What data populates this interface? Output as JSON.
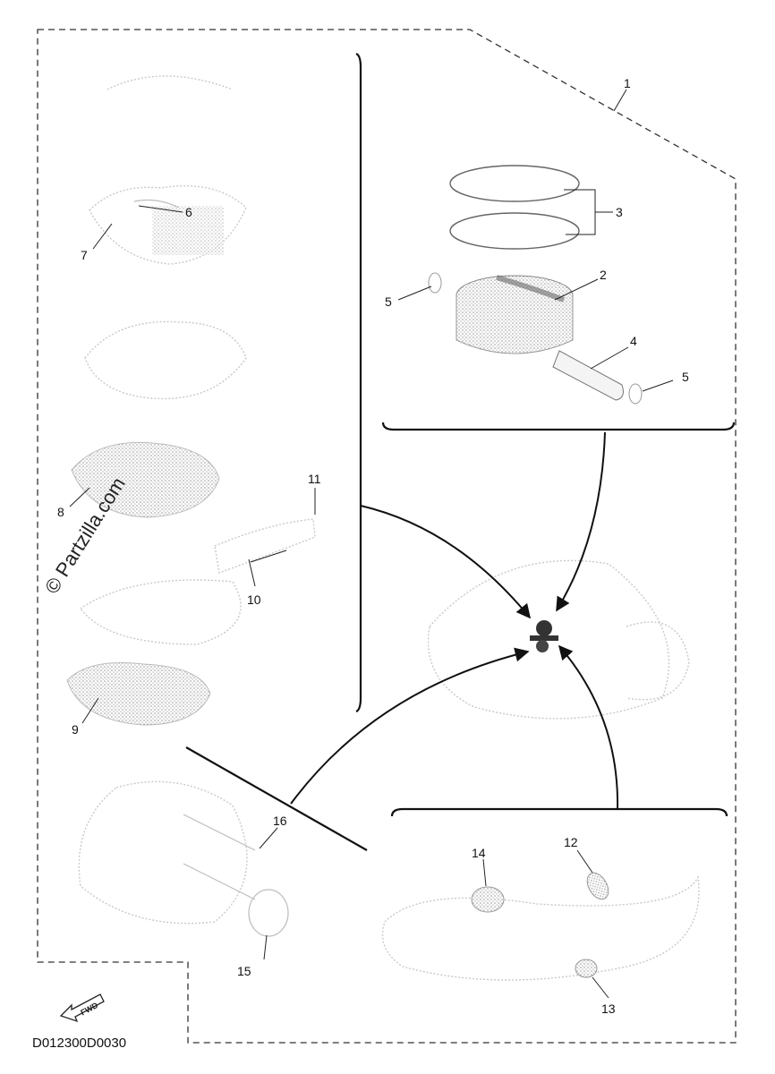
{
  "diagram_code": "D012300D0030",
  "watermark": "© Partzilla.com",
  "fwd_badge": "FWD",
  "callouts": [
    "1",
    "2",
    "3",
    "4",
    "5",
    "5",
    "6",
    "7",
    "8",
    "9",
    "10",
    "11",
    "12",
    "13",
    "14",
    "15",
    "16"
  ],
  "icons": {
    "fwd": "fwd-arrow-icon"
  }
}
